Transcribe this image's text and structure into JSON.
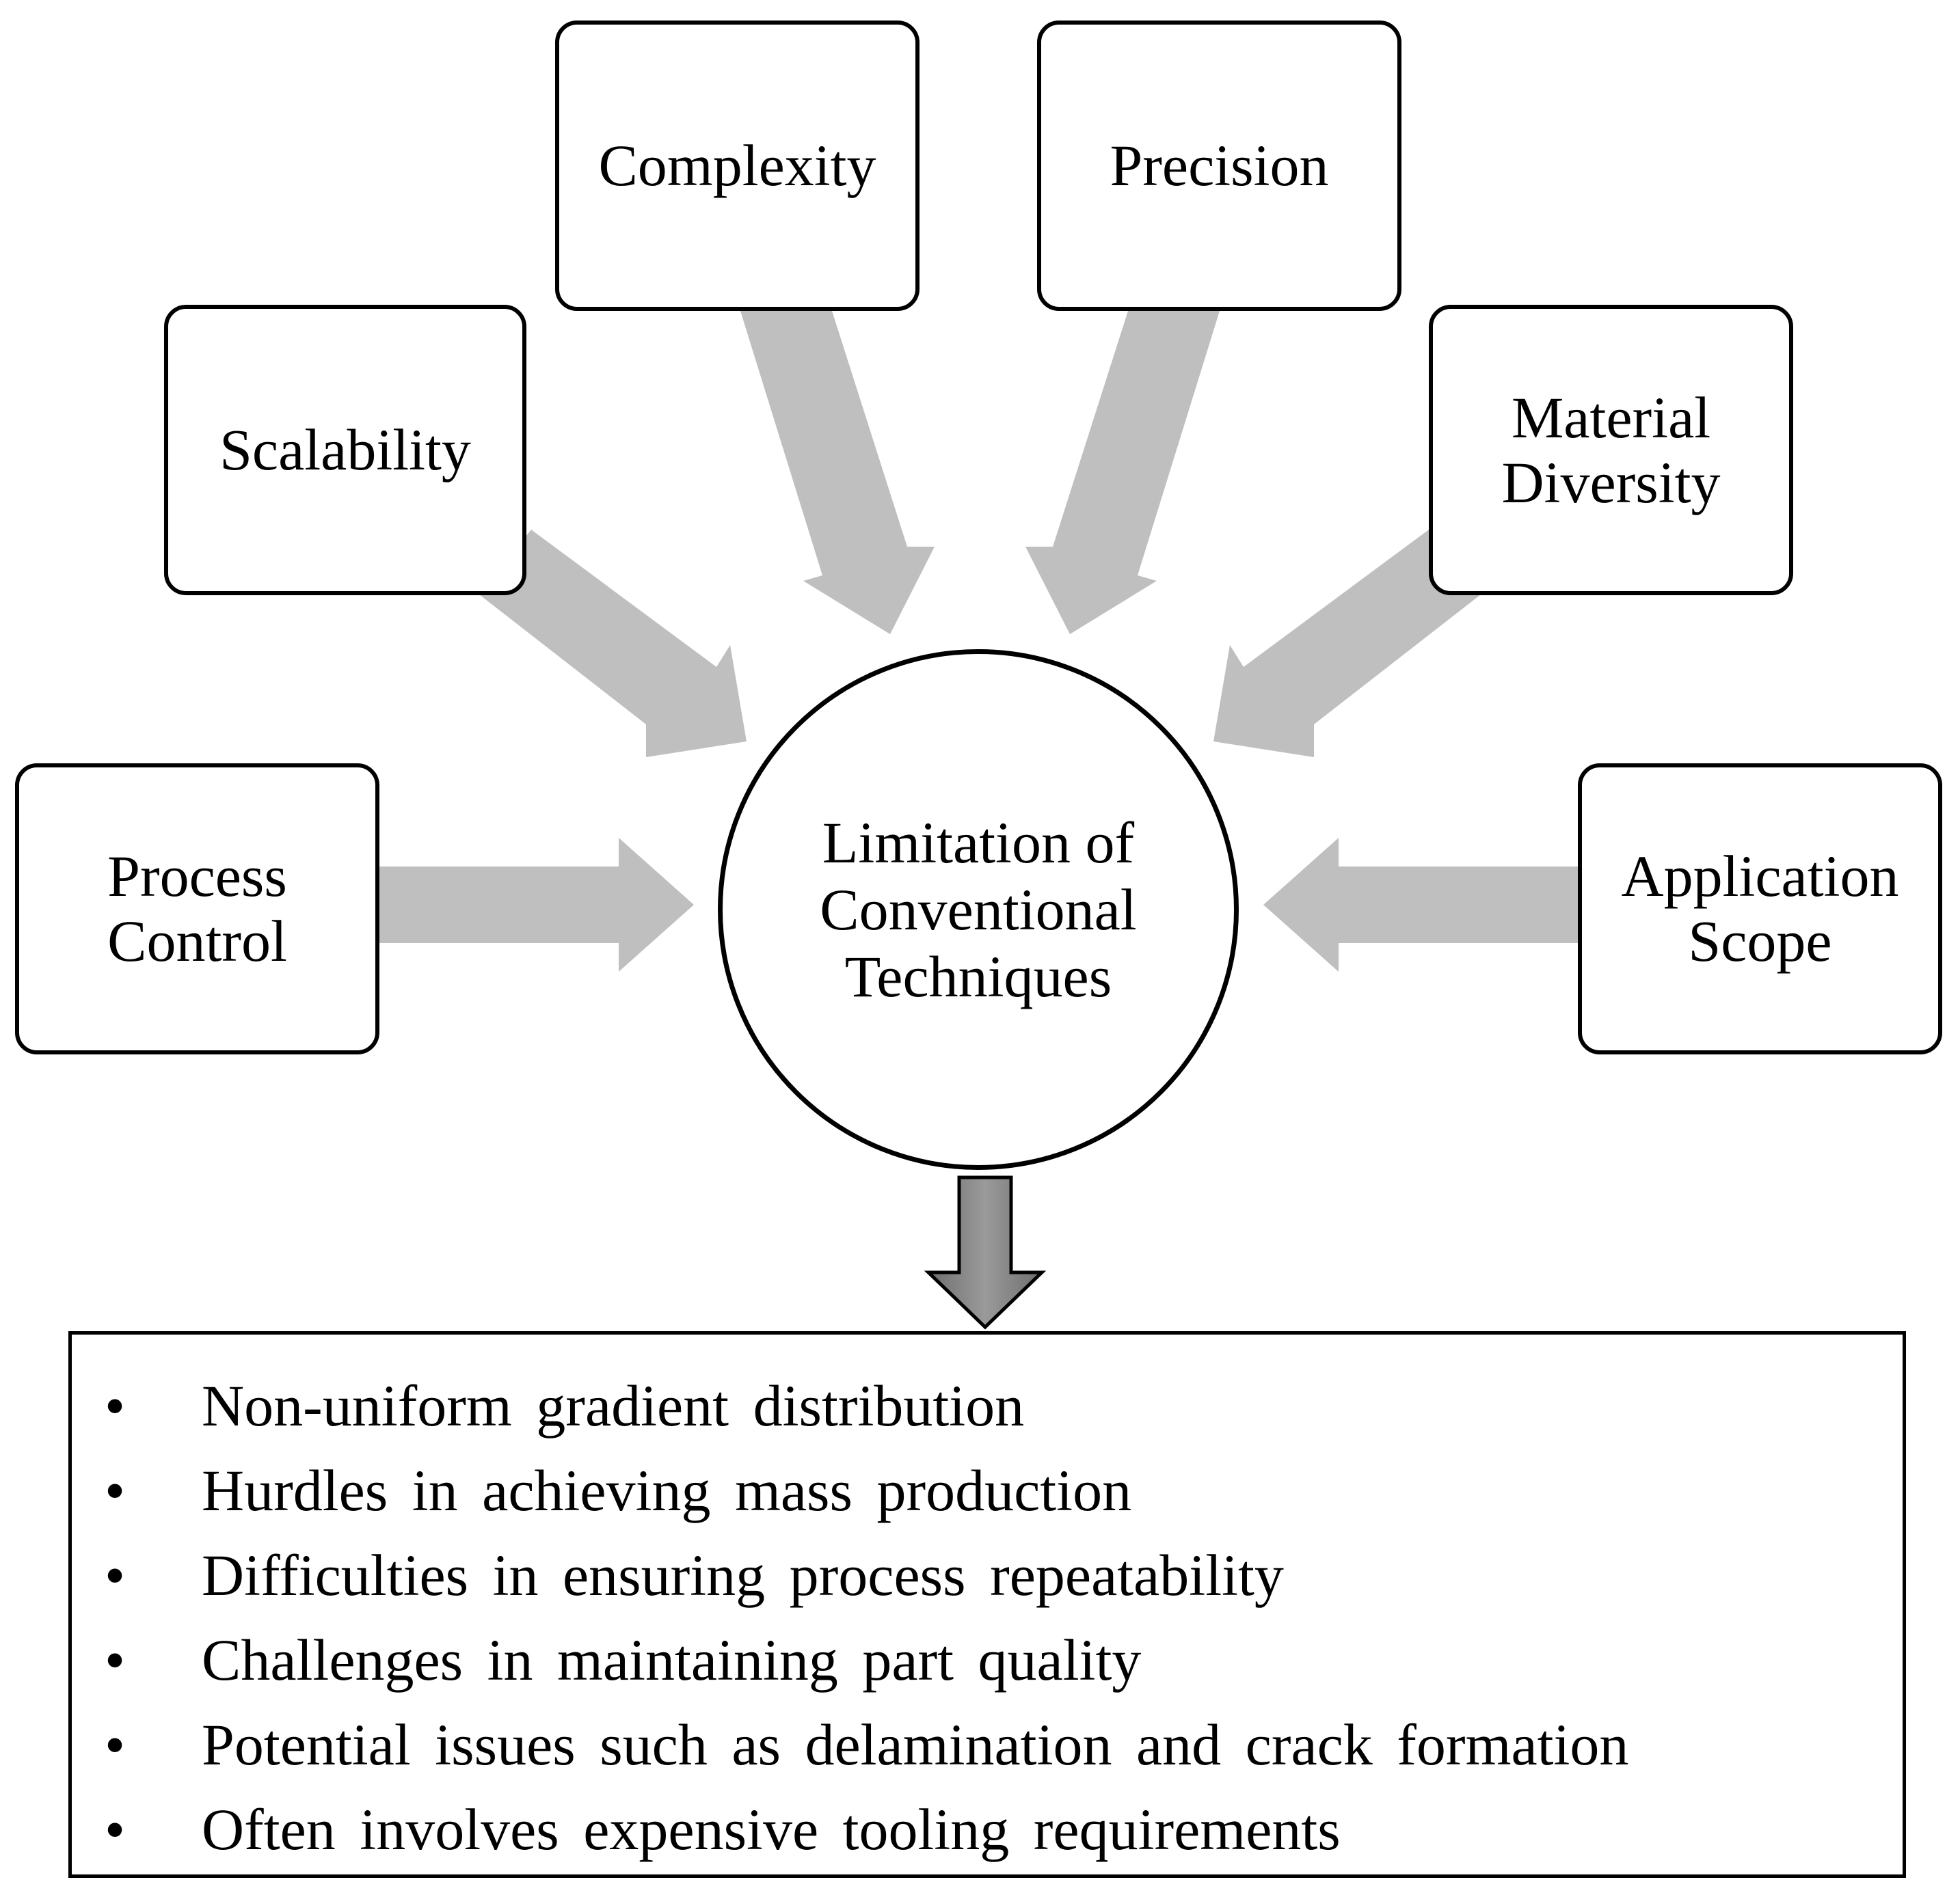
{
  "center": {
    "label": "Limitation of\nConventional\nTechniques"
  },
  "factors": {
    "process_control": "Process\nControl",
    "scalability": "Scalability",
    "complexity": "Complexity",
    "precision": "Precision",
    "material_diversity": "Material\nDiversity",
    "application_scope": "Application\nScope"
  },
  "summary": {
    "bullet": "•",
    "items": [
      "Non-uniform gradient distribution",
      "Hurdles in achieving mass production",
      "Difficulties in ensuring process repeatability",
      "Challenges in maintaining part quality",
      "Potential issues such as delamination and crack formation",
      "Often involves expensive tooling requirements"
    ]
  },
  "colors": {
    "arrow_fill": "#bfbfbf",
    "down_arrow_fill": "#7f7f7f",
    "stroke": "#000000",
    "background": "#ffffff"
  }
}
